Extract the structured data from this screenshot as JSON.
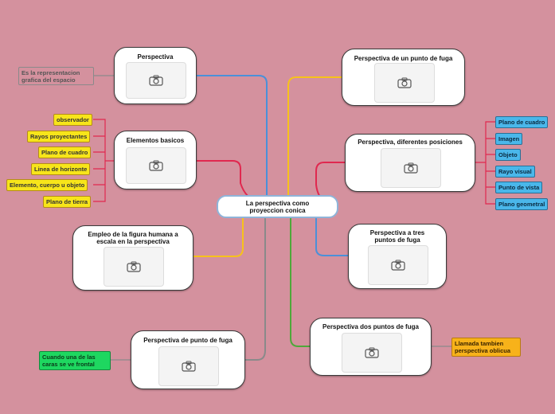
{
  "central": {
    "line1": "La perspectiva como",
    "line2": "proyeccion conica"
  },
  "topics": {
    "perspectiva": "Perspectiva",
    "elementos": "Elementos basicos",
    "empleo_line1": "Empleo de la figura humana a",
    "empleo_line2": "escala en la perspectiva",
    "punto_fuga": "Perspectiva de punto de fuga",
    "un_punto": "Perspectiva de un punto de fuga",
    "diferentes": "Perspectiva, diferentes posiciones",
    "tres_line1": "Perspectiva a tres",
    "tres_line2": "puntos de fuga",
    "dos_puntos": "Perspectiva dos puntos de fuga"
  },
  "subtopics": {
    "perspectiva_def_line1": "Es la representacion",
    "perspectiva_def_line2": "grafica del espacio",
    "elementos": [
      "observador",
      "Rayos proyectantes",
      "Plano de cuadro",
      "Linea de horizonte",
      "Elemento, cuerpo u objeto",
      "Plano de tierra"
    ],
    "diferentes": [
      "Plano de cuadro",
      "Imagen",
      "Objeto",
      "Rayo visual",
      "Punto de vista",
      "Plano geometral"
    ],
    "punto_fuga_note_line1": "Cuando una de las",
    "punto_fuga_note_line2": "caras se ve frontal",
    "dos_puntos_note_line1": "Llamada tambien",
    "dos_puntos_note_line2": "perspectiva oblicua"
  },
  "colors": {
    "background": "#d4919e",
    "branch_blue": "#4a90d9",
    "branch_red": "#e0284f",
    "branch_yellow": "#f7c21a",
    "branch_gray": "#8a8a8a",
    "branch_orange": "#f7b21a",
    "branch_green": "#4ea83a"
  },
  "icons": {
    "image_placeholder": "camera-icon"
  }
}
